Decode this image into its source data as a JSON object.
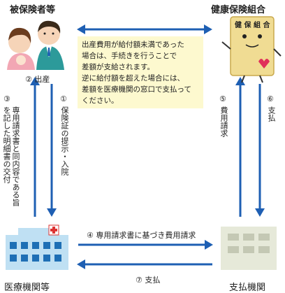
{
  "nodes": {
    "insured": "被保険者等",
    "union": "健康保険組合",
    "union_sign": "健 保 組 合",
    "medical": "医療機関等",
    "payment": "支払機関"
  },
  "steps": {
    "s1_num": "①",
    "s1_text": "保険証の提示・入院",
    "s2": "② 出産",
    "s3_num": "③",
    "s3_text_a": "専用請求書と同内容である旨",
    "s3_text_b": "を記した明細書の交付",
    "s4": "④ 専用請求書に基づき費用請求",
    "s5_num": "⑤",
    "s5_text": "費用請求",
    "s6_num": "⑥",
    "s6_text": "支払",
    "s7": "⑦ 支払"
  },
  "note": {
    "line1": "出産費用が給付額未満であった",
    "line2": "場合は、手続きを行うことで",
    "line3": "差額が支給されます。",
    "line4": "逆に給付額を超えた場合には、",
    "line5": "差額を医療機関の窓口で支払って",
    "line6": "ください。"
  },
  "colors": {
    "arrow": "#1e5fb3",
    "note_bg": "#fdf9cf",
    "building_light": "#bfe0f3",
    "building_window": "#1e6fb5",
    "payment_building": "#e6e9d9",
    "union_card": "#f0dc93"
  }
}
